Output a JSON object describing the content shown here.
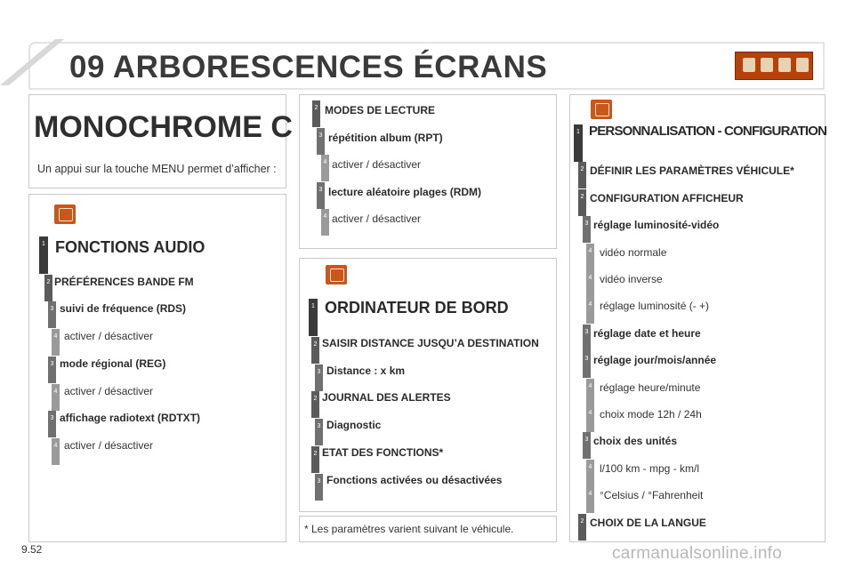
{
  "header": {
    "title": "09 ARBORESCENCES ÉCRANS"
  },
  "left": {
    "mono_title": "MONOCHROME C",
    "intro": "Un appui sur la touche MENU permet d’afficher :"
  },
  "audio": {
    "heading": "FONCTIONS AUDIO",
    "items": [
      {
        "level": "1",
        "text": ""
      },
      {
        "level": "2",
        "text": "PRÉFÉRENCES BANDE FM"
      },
      {
        "level": "3",
        "text": "suivi de fréquence (RDS)"
      },
      {
        "level": "4",
        "text": "activer / désactiver"
      },
      {
        "level": "3",
        "text": "mode régional (REG)"
      },
      {
        "level": "4",
        "text": "activer / désactiver"
      },
      {
        "level": "3",
        "text": "affichage radiotext (RDTXT)"
      },
      {
        "level": "4",
        "text": "activer / désactiver"
      }
    ]
  },
  "lecture": {
    "items": [
      {
        "level": "2",
        "text": "MODES DE LECTURE"
      },
      {
        "level": "3",
        "text": "répétition album (RPT)"
      },
      {
        "level": "4",
        "text": "activer / désactiver"
      },
      {
        "level": "3",
        "text": "lecture aléatoire plages (RDM)"
      },
      {
        "level": "4",
        "text": "activer / désactiver"
      }
    ]
  },
  "ordinateur": {
    "heading": "ORDINATEUR DE BORD",
    "items": [
      {
        "level": "1",
        "text": ""
      },
      {
        "level": "2",
        "text": "SAISIR DISTANCE JUSQU’A DESTINATION"
      },
      {
        "level": "3",
        "text": "Distance : x km"
      },
      {
        "level": "2",
        "text": "JOURNAL DES ALERTES"
      },
      {
        "level": "3",
        "text": "Diagnostic"
      },
      {
        "level": "2",
        "text": "ETAT DES FONCTIONS*"
      },
      {
        "level": "3",
        "text": "Fonctions activées ou désactivées"
      }
    ]
  },
  "footnote": "* Les paramètres varient suivant le véhicule.",
  "perso": {
    "heading": "PERSONNALISATION - CONFIGURATION",
    "items": [
      {
        "level": "1",
        "text": ""
      },
      {
        "level": "2",
        "text": "DÉFINIR LES PARAMÈTRES VÉHICULE*"
      },
      {
        "level": "2",
        "text": "CONFIGURATION AFFICHEUR"
      },
      {
        "level": "3",
        "text": "réglage luminosité-vidéo"
      },
      {
        "level": "4",
        "text": "vidéo normale"
      },
      {
        "level": "4",
        "text": "vidéo inverse"
      },
      {
        "level": "4",
        "text": "réglage luminosité (- +)"
      },
      {
        "level": "3",
        "text": "réglage date et heure"
      },
      {
        "level": "3",
        "text": "réglage jour/mois/année"
      },
      {
        "level": "4",
        "text": "réglage heure/minute"
      },
      {
        "level": "4",
        "text": "choix mode 12h / 24h"
      },
      {
        "level": "3",
        "text": "choix des unités"
      },
      {
        "level": "4",
        "text": "l/100 km - mpg - km/l"
      },
      {
        "level": "4",
        "text": "°Celsius / °Fahrenheit"
      },
      {
        "level": "2",
        "text": "CHOIX DE LA LANGUE"
      }
    ]
  },
  "footer": {
    "page": "9.52",
    "watermark": "carmanualsonline.info"
  }
}
